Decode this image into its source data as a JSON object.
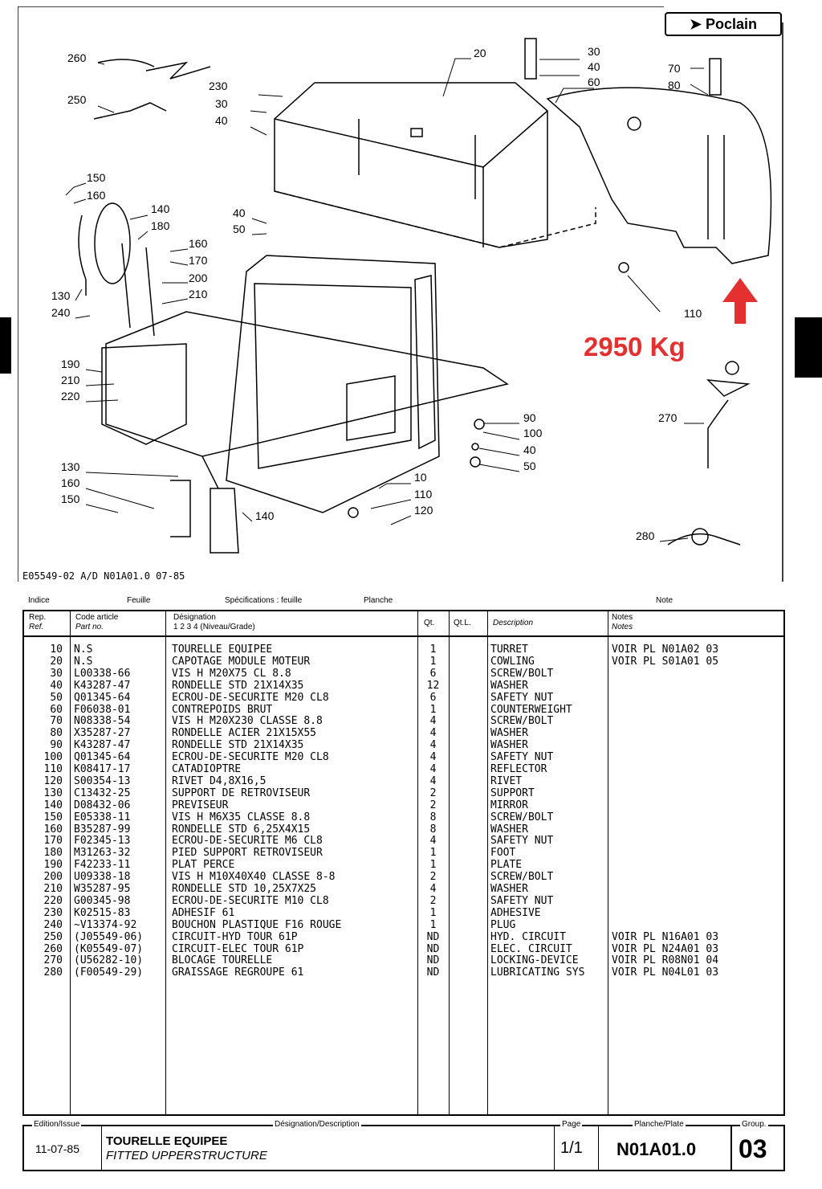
{
  "logo": "Poclain",
  "weight_label": "2950 Kg",
  "drawing_ref": "E05549-02 A/D N01A01.0   07-85",
  "callouts": [
    {
      "n": "260"
    },
    {
      "n": "250"
    },
    {
      "n": "230"
    },
    {
      "n": "30"
    },
    {
      "n": "40"
    },
    {
      "n": "20"
    },
    {
      "n": "30"
    },
    {
      "n": "40"
    },
    {
      "n": "60"
    },
    {
      "n": "70"
    },
    {
      "n": "80"
    },
    {
      "n": "150"
    },
    {
      "n": "160"
    },
    {
      "n": "140"
    },
    {
      "n": "180"
    },
    {
      "n": "160"
    },
    {
      "n": "170"
    },
    {
      "n": "200"
    },
    {
      "n": "210"
    },
    {
      "n": "130"
    },
    {
      "n": "240"
    },
    {
      "n": "40"
    },
    {
      "n": "50"
    },
    {
      "n": "110"
    },
    {
      "n": "190"
    },
    {
      "n": "210"
    },
    {
      "n": "220"
    },
    {
      "n": "90"
    },
    {
      "n": "100"
    },
    {
      "n": "40"
    },
    {
      "n": "50"
    },
    {
      "n": "270"
    },
    {
      "n": "130"
    },
    {
      "n": "160"
    },
    {
      "n": "150"
    },
    {
      "n": "140"
    },
    {
      "n": "10"
    },
    {
      "n": "110"
    },
    {
      "n": "120"
    },
    {
      "n": "280"
    }
  ],
  "header": {
    "indice": "Indice",
    "feuille": "Feuille",
    "specifications": "Spécifications : feuille",
    "planche": "Planche",
    "note": "Note"
  },
  "columns": {
    "rep": "Rep.",
    "ref": "Ref.",
    "code": "Code article",
    "partno": "Part no.",
    "designation": "Désignation",
    "levels": "1  2  3  4  (Niveau/Grade)",
    "qt": "Qt.",
    "qtl": "Qt.L.",
    "description": "Description",
    "notes": "Notes",
    "notes_en": "Notes"
  },
  "rows": [
    {
      "rep": "10",
      "code": "N.S",
      "des": "TOURELLE EQUIPEE",
      "qt": "1",
      "desc": "TURRET",
      "note": "VOIR PL N01A02 03"
    },
    {
      "rep": "20",
      "code": "N.S",
      "des": "CAPOTAGE MODULE MOTEUR",
      "qt": "1",
      "desc": "COWLING",
      "note": "VOIR PL S01A01 05"
    },
    {
      "rep": "30",
      "code": "L00338-66",
      "des": "VIS H M20X75 CL 8.8",
      "qt": "6",
      "desc": "SCREW/BOLT",
      "note": ""
    },
    {
      "rep": "40",
      "code": "K43287-47",
      "des": "RONDELLE STD 21X14X35",
      "qt": "12",
      "desc": "WASHER",
      "note": ""
    },
    {
      "rep": "50",
      "code": "Q01345-64",
      "des": "ECROU-DE-SECURITE M20 CL8",
      "qt": "6",
      "desc": "SAFETY NUT",
      "note": ""
    },
    {
      "rep": "60",
      "code": "F06038-01",
      "des": "CONTREPOIDS BRUT",
      "qt": "1",
      "desc": "COUNTERWEIGHT",
      "note": ""
    },
    {
      "rep": "70",
      "code": "N08338-54",
      "des": "VIS H M20X230 CLASSE 8.8",
      "qt": "4",
      "desc": "SCREW/BOLT",
      "note": ""
    },
    {
      "rep": "80",
      "code": "X35287-27",
      "des": "RONDELLE ACIER 21X15X55",
      "qt": "4",
      "desc": "WASHER",
      "note": ""
    },
    {
      "rep": "90",
      "code": "K43287-47",
      "des": "RONDELLE STD 21X14X35",
      "qt": "4",
      "desc": "WASHER",
      "note": ""
    },
    {
      "rep": "100",
      "code": "Q01345-64",
      "des": "ECROU-DE-SECURITE M20 CL8",
      "qt": "4",
      "desc": "SAFETY NUT",
      "note": ""
    },
    {
      "rep": "110",
      "code": "K08417-17",
      "des": "CATADIOPTRE",
      "qt": "4",
      "desc": "REFLECTOR",
      "note": ""
    },
    {
      "rep": "120",
      "code": "S00354-13",
      "des": "RIVET D4,8X16,5",
      "qt": "4",
      "desc": "RIVET",
      "note": ""
    },
    {
      "rep": "130",
      "code": "C13432-25",
      "des": "SUPPORT DE RETROVISEUR",
      "qt": "2",
      "desc": "SUPPORT",
      "note": ""
    },
    {
      "rep": "140",
      "code": "D08432-06",
      "des": "PREVISEUR",
      "qt": "2",
      "desc": "MIRROR",
      "note": ""
    },
    {
      "rep": "150",
      "code": "E05338-11",
      "des": "VIS H M6X35 CLASSE 8.8",
      "qt": "8",
      "desc": "SCREW/BOLT",
      "note": ""
    },
    {
      "rep": "160",
      "code": "B35287-99",
      "des": "RONDELLE STD 6,25X4X15",
      "qt": "8",
      "desc": "WASHER",
      "note": ""
    },
    {
      "rep": "170",
      "code": "F02345-13",
      "des": "ECROU-DE-SECURITE M6 CL8",
      "qt": "4",
      "desc": "SAFETY NUT",
      "note": ""
    },
    {
      "rep": "180",
      "code": "M31263-32",
      "des": "PIED SUPPORT RETROVISEUR",
      "qt": "1",
      "desc": "FOOT",
      "note": ""
    },
    {
      "rep": "190",
      "code": "F42233-11",
      "des": "PLAT PERCE",
      "qt": "1",
      "desc": "PLATE",
      "note": ""
    },
    {
      "rep": "200",
      "code": "U09338-18",
      "des": "VIS H M10X40X40 CLASSE 8-8",
      "qt": "2",
      "desc": "SCREW/BOLT",
      "note": ""
    },
    {
      "rep": "210",
      "code": "W35287-95",
      "des": "RONDELLE STD 10,25X7X25",
      "qt": "4",
      "desc": "WASHER",
      "note": ""
    },
    {
      "rep": "220",
      "code": "G00345-98",
      "des": "ECROU-DE-SECURITE M10 CL8",
      "qt": "2",
      "desc": "SAFETY NUT",
      "note": ""
    },
    {
      "rep": "230",
      "code": "K02515-83",
      "des": "ADHESIF 61",
      "qt": "1",
      "desc": "ADHESIVE",
      "note": ""
    },
    {
      "rep": "240",
      "code": "~V13374-92",
      "des": "BOUCHON PLASTIQUE F16 ROUGE",
      "qt": "1",
      "desc": "PLUG",
      "note": ""
    },
    {
      "rep": "250",
      "code": "(J05549-06)",
      "des": "CIRCUIT-HYD TOUR 61P",
      "qt": "ND",
      "desc": "HYD. CIRCUIT",
      "note": "VOIR PL N16A01 03"
    },
    {
      "rep": "260",
      "code": "(K05549-07)",
      "des": "CIRCUIT-ELEC TOUR 61P",
      "qt": "ND",
      "desc": "ELEC. CIRCUIT",
      "note": "VOIR PL N24A01 03"
    },
    {
      "rep": "270",
      "code": "(U56282-10)",
      "des": "BLOCAGE TOURELLE",
      "qt": "ND",
      "desc": "LOCKING-DEVICE",
      "note": "VOIR PL R08N01 04"
    },
    {
      "rep": "280",
      "code": "(F00549-29)",
      "des": "GRAISSAGE REGROUPE 61",
      "qt": "ND",
      "desc": "LUBRICATING SYS",
      "note": "VOIR PL N04L01 03"
    }
  ],
  "footer": {
    "edition_label": "Edition/Issue",
    "edition": "11-07-85",
    "designation_label": "Désignation/Description",
    "title_fr": "TOURELLE EQUIPEE",
    "title_en": "FITTED UPPERSTRUCTURE",
    "page_label": "Page",
    "page": "1/1",
    "plate_label": "Planche/Plate",
    "plate": "N01A01.0",
    "group_label": "Group.",
    "group": "03"
  }
}
